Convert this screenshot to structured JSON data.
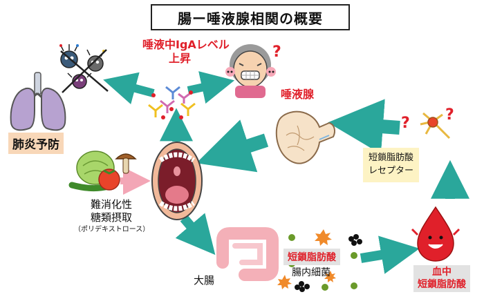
{
  "title": "腸ー唾液腺相関の概要",
  "labels": {
    "iga_line1": "唾液中IgAレベル",
    "iga_line2": "上昇",
    "lung": "肺炎予防",
    "salivary_gland": "唾液腺",
    "receptor_line1": "短鎖脂肪酸",
    "receptor_line2": "レセプター",
    "intake_line1": "難消化性",
    "intake_line2": "糖類摂取",
    "intake_note": "（ポリデキストロース）",
    "large_intestine": "大腸",
    "scfa": "短鎖脂肪酸",
    "gut_bacteria": "腸内細菌",
    "blood_line1": "血中",
    "blood_line2": "短鎖脂肪酸"
  },
  "icons": [
    "lung-icon",
    "germ-icon",
    "elderly-face-icon",
    "antibody-icon",
    "open-mouth-icon",
    "vegetables-icon",
    "salivary-gland-icon",
    "neuron-icon",
    "intestine-icon",
    "blood-drop-icon",
    "question-mark-icon"
  ],
  "colors": {
    "arrow": "#2aa79b",
    "accent_red": "#e0202a",
    "lung_tag": "#f8d7b8",
    "scfa_tag": "#e2e2e2",
    "receptor_tag": "#fdf3c4"
  }
}
